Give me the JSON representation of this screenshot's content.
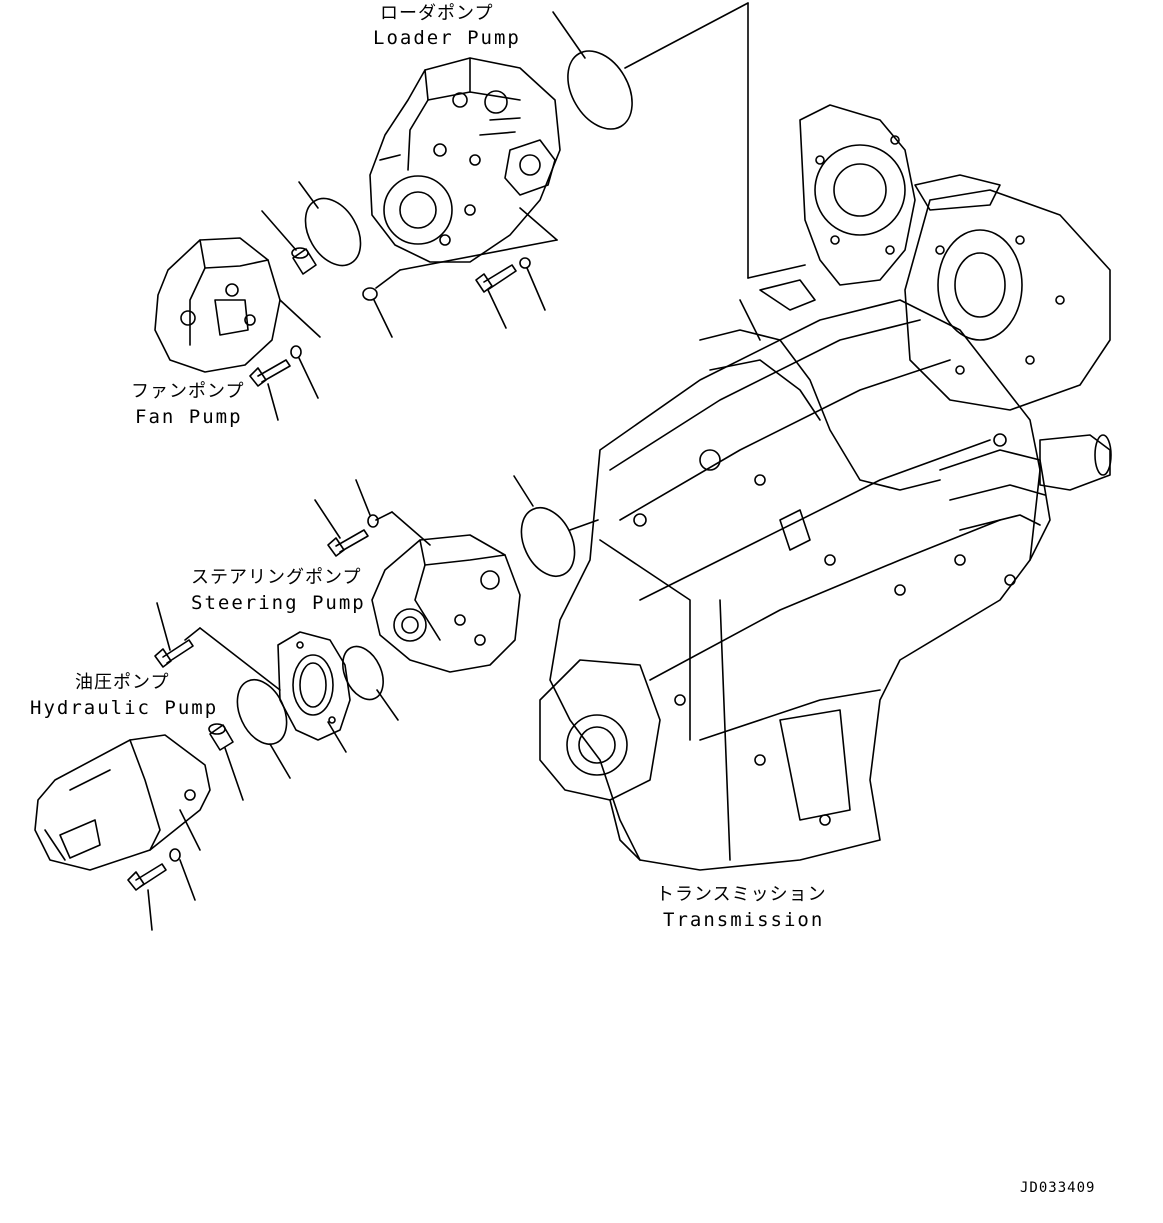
{
  "labels": {
    "loader_jp": "ローダポンプ",
    "loader_en": "Loader Pump",
    "fan_jp": "ファンポンプ",
    "fan_en": "Fan Pump",
    "steering_jp": "ステアリングポンプ",
    "steering_en": "Steering Pump",
    "hydraulic_jp": "油圧ポンプ",
    "hydraulic_en": "Hydraulic Pump",
    "transmission_jp": "トランスミッション",
    "transmission_en": "Transmission"
  },
  "drawing_code": "JD033409"
}
